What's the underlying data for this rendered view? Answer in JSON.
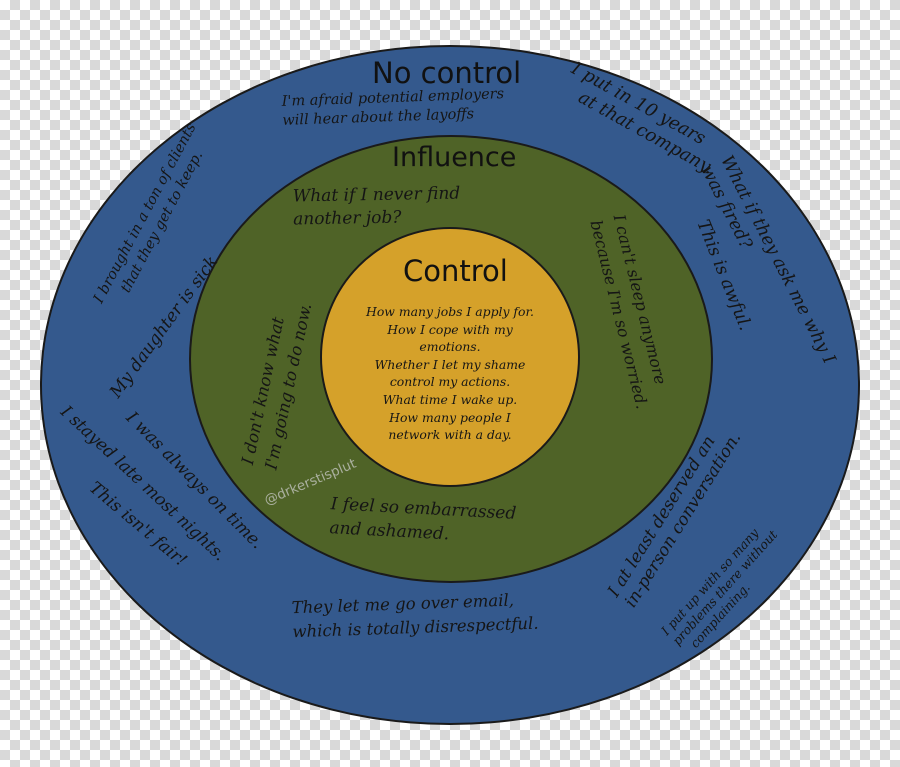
{
  "diagram": {
    "colors": {
      "outer": "#34598d",
      "middle": "#4f6327",
      "inner": "#d5a12a",
      "stroke": "#1a1a1a"
    },
    "zones": {
      "no_control": "No control",
      "influence": "Influence",
      "control": "Control"
    },
    "control_items": [
      "How many jobs I apply for.",
      "How I cope with my",
      "emotions.",
      "Whether I let my shame",
      "control my actions.",
      "What time I wake up.",
      "How many people I",
      "network with a day."
    ],
    "influence_items": {
      "never_find_1": "What if I never find",
      "never_find_2": "another job?",
      "dont_know_1": "I don't know what",
      "dont_know_2": "I'm going to do now.",
      "cant_sleep_1": "I can't sleep anymore",
      "cant_sleep_2": "because I'm so worried.",
      "embarrassed_1": "I feel so embarrassed",
      "embarrassed_2": "and ashamed."
    },
    "no_control_items": {
      "afraid_1": "I'm afraid potential employers",
      "afraid_2": "will hear about the layoffs",
      "ten_years_1": "I put in 10 years",
      "ten_years_2": "at that company.",
      "what_if_fired_1": "What if they ask me why I",
      "what_if_fired_2": "was fired?",
      "awful": "This is awful.",
      "clients_1": "I brought in a ton of clients",
      "clients_2": "that they get to keep.",
      "daughter": "My daughter is sick",
      "on_time": "I was always on time.",
      "stayed_late": "I stayed late most nights.",
      "not_fair": "This isn't fair!",
      "email_1": "They let me go over email,",
      "email_2": "which is totally disrespectful.",
      "in_person_1": "I at least deserved an",
      "in_person_2": "in-person conversation.",
      "put_up_1": "I put up with so many",
      "put_up_2": "problems there without",
      "put_up_3": "complaining."
    },
    "watermark": "@drkerstisplut"
  }
}
